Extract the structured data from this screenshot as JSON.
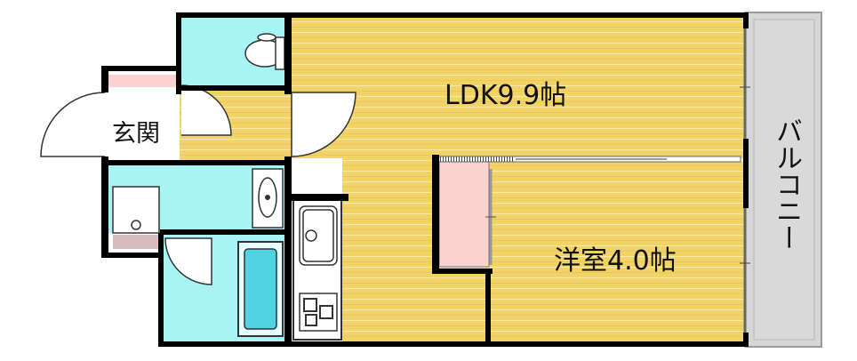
{
  "rooms": {
    "ldk": "LDK9.9帖",
    "western_room": "洋室4.0帖",
    "entrance": "玄関",
    "balcony": "バルコニー"
  },
  "colors": {
    "wall": "#000000",
    "wood_floor": "#f0d264",
    "wet_area": "#a8f3f4",
    "closet": "#fbd2d0",
    "balcony": "#d6d6d6"
  }
}
